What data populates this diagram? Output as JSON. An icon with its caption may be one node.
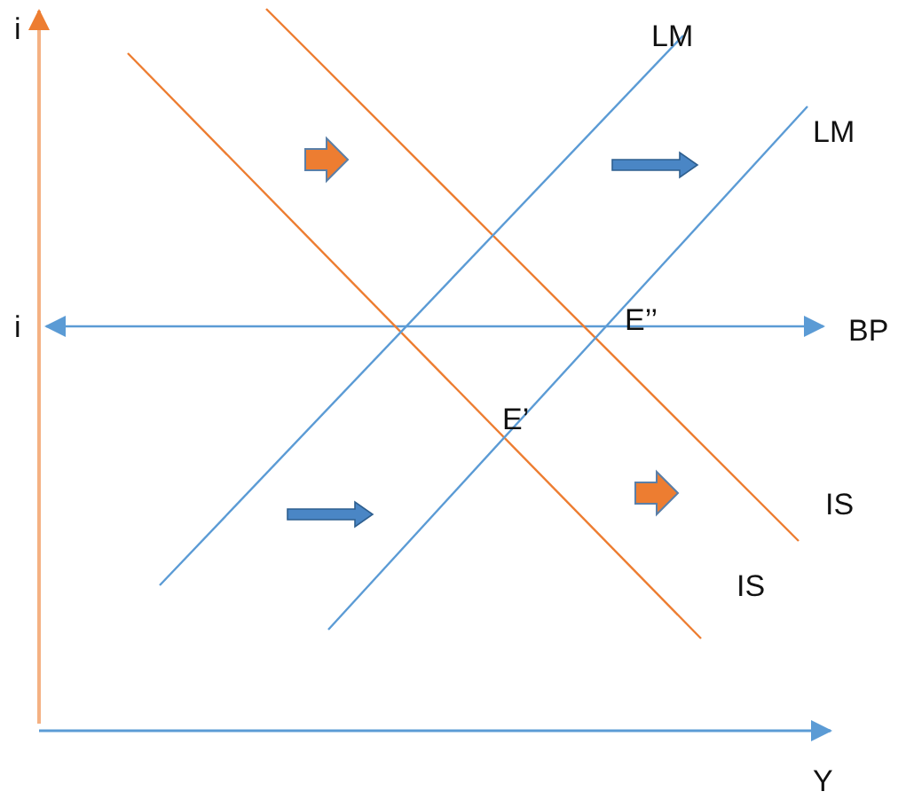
{
  "diagram": {
    "labels": [
      "i",
      "LM",
      "LM",
      "i",
      "E’’",
      "BP",
      "E’",
      "IS",
      "IS",
      "Y"
    ]
  }
}
